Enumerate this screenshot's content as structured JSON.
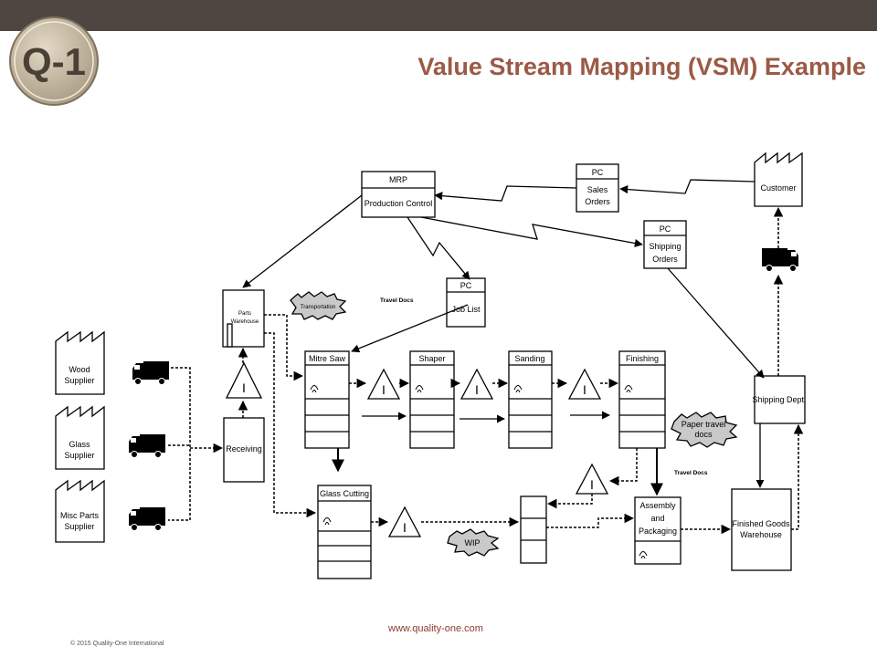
{
  "header": {
    "title": "Value Stream Mapping (VSM) Example",
    "logo_text": "Q-1",
    "bar_color": "#4e4641",
    "title_color": "#9b5a45"
  },
  "footer": {
    "url": "www.quality-one.com",
    "copyright": "© 2015 Quality-One International"
  },
  "diagram": {
    "suppliers": {
      "wood": [
        "Wood",
        "Supplier"
      ],
      "glass": [
        "Glass",
        "Supplier"
      ],
      "misc": [
        "Misc Parts",
        "Supplier"
      ]
    },
    "customer": "Customer",
    "mrp": {
      "title": "MRP",
      "label": "Production Control"
    },
    "pc_sales": {
      "title": "PC",
      "lines": [
        "Sales",
        "Orders"
      ]
    },
    "pc_shipping": {
      "title": "PC",
      "lines": [
        "Shipping",
        "Orders"
      ]
    },
    "pc_joblist": {
      "title": "PC",
      "label": "Job List"
    },
    "parts_warehouse": [
      "Parts",
      "Warehouse"
    ],
    "receiving": "Receiving",
    "processes": {
      "mitre_saw": "Mitre Saw",
      "shaper": "Shaper",
      "sanding": "Sanding",
      "finishing": "Finishing",
      "glass_cutting": "Glass Cutting",
      "assembly": [
        "Assembly",
        "and",
        "Packaging"
      ]
    },
    "shipping_dept": "Shipping Dept.",
    "finished_goods": [
      "Finished Goods",
      "Warehouse"
    ],
    "inventory_symbol": "I",
    "bursts": {
      "transportation": "Transportation",
      "paper_travel": [
        "Paper travel",
        "docs"
      ],
      "wip": "WIP"
    },
    "notes": {
      "travel_docs_top": "Travel Docs",
      "travel_docs_right": "Travel Docs"
    }
  }
}
